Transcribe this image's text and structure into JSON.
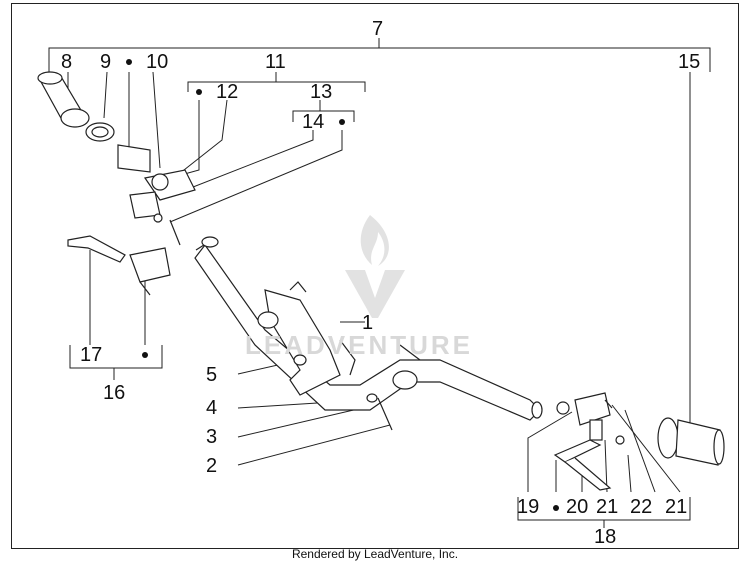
{
  "diagram": {
    "part_labels": {
      "p1": "1",
      "p2": "2",
      "p3": "3",
      "p4": "4",
      "p5": "5",
      "p7": "7",
      "p8": "8",
      "p9": "9",
      "p10": "10",
      "p11": "11",
      "p12": "12",
      "p13": "13",
      "p14": "14",
      "p15": "15",
      "p16": "16",
      "p17": "17",
      "p18": "18",
      "p19": "19",
      "p20": "20",
      "p21a": "21",
      "p21b": "21",
      "p22": "22"
    },
    "watermark": "LEADVENTURE",
    "footer": "Rendered by LeadVenture, Inc."
  }
}
